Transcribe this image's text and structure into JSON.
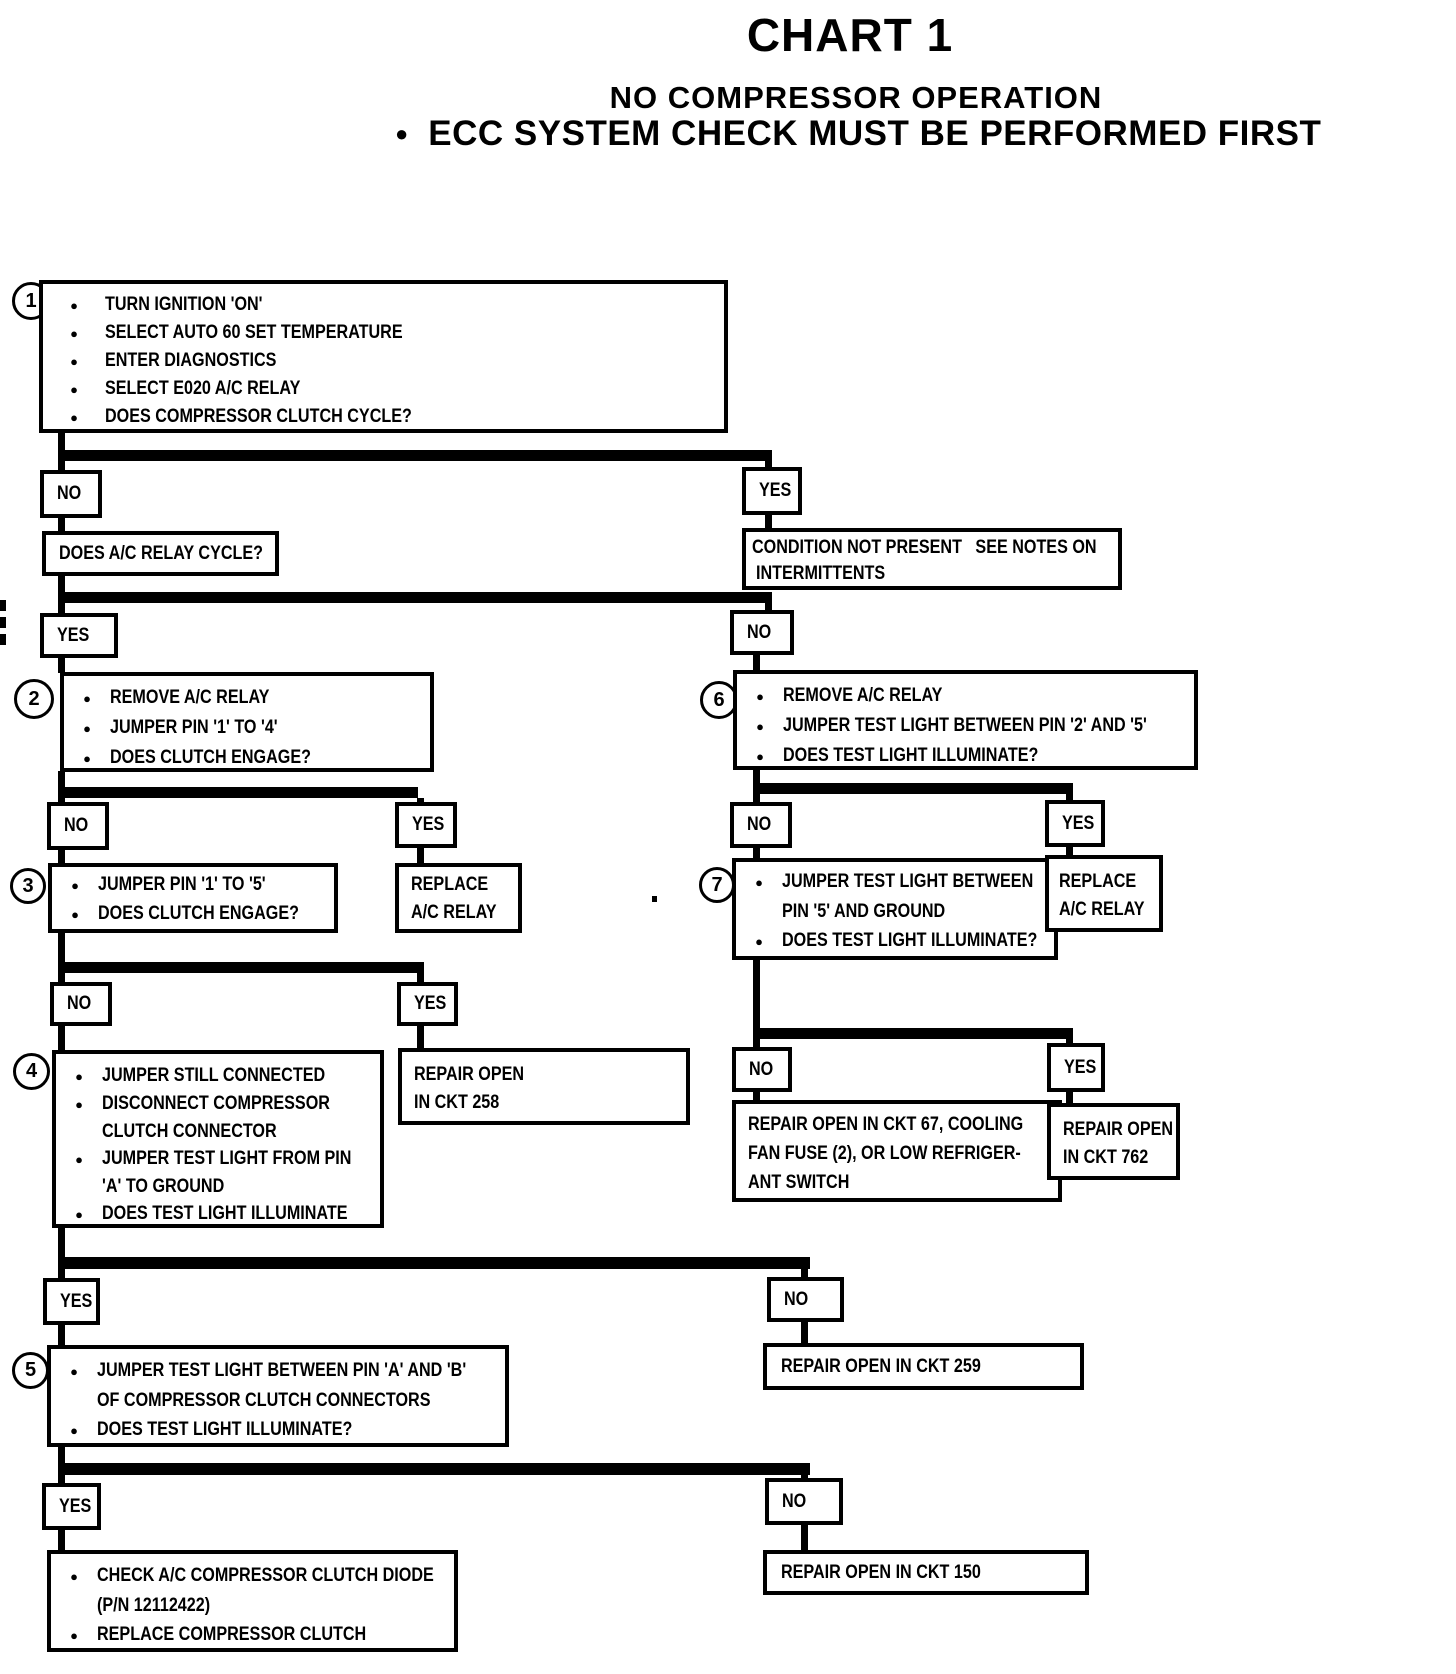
{
  "title": {
    "line1": "CHART 1",
    "line2": "NO COMPRESSOR OPERATION",
    "line3": "ECC SYSTEM CHECK MUST BE PERFORMED FIRST"
  },
  "labels": {
    "yes": "YES",
    "no": "NO"
  },
  "bullet": "●",
  "steps": {
    "s1": {
      "num": "1",
      "lines": [
        "TURN IGNITION 'ON'",
        "SELECT AUTO 60 SET TEMPERATURE",
        "ENTER DIAGNOSTICS",
        "SELECT E020 A/C RELAY",
        "DOES COMPRESSOR CLUTCH CYCLE?"
      ]
    },
    "s2": {
      "num": "2",
      "lines": [
        "REMOVE A/C RELAY",
        "JUMPER PIN '1' TO '4'",
        "DOES CLUTCH ENGAGE?"
      ]
    },
    "s3": {
      "num": "3",
      "lines": [
        "JUMPER PIN '1' TO '5'",
        "DOES CLUTCH ENGAGE?"
      ]
    },
    "s4": {
      "num": "4",
      "lines": [
        "JUMPER STILL CONNECTED",
        "DISCONNECT COMPRESSOR",
        "CLUTCH CONNECTOR",
        "JUMPER TEST LIGHT FROM PIN",
        "'A' TO GROUND",
        "DOES TEST LIGHT ILLUMINATE"
      ]
    },
    "s5": {
      "num": "5",
      "lines": [
        "JUMPER TEST LIGHT BETWEEN PIN 'A' AND 'B'",
        "OF COMPRESSOR CLUTCH CONNECTORS",
        "DOES TEST LIGHT ILLUMINATE?"
      ]
    },
    "s6": {
      "num": "6",
      "lines": [
        "REMOVE A/C RELAY",
        "JUMPER TEST LIGHT BETWEEN PIN '2' AND '5'",
        "DOES TEST LIGHT ILLUMINATE?"
      ]
    },
    "s7": {
      "num": "7",
      "lines": [
        "JUMPER TEST LIGHT BETWEEN",
        "PIN '5' AND GROUND",
        "DOES TEST LIGHT ILLUMINATE?"
      ]
    }
  },
  "boxes": {
    "does_relay_cycle": "DOES A/C RELAY CYCLE?",
    "condition": [
      "CONDITION NOT PRESENT   SEE NOTES ON",
      "INTERMITTENTS"
    ],
    "replace_relay": [
      "REPLACE",
      "A/C RELAY"
    ],
    "repair_258": [
      "REPAIR OPEN",
      "IN CKT 258"
    ],
    "repair_67": [
      "REPAIR OPEN IN CKT 67, COOLING",
      "FAN FUSE (2), OR LOW REFRIGER-",
      "ANT SWITCH"
    ],
    "repair_762": [
      "REPAIR OPEN",
      "IN CKT 762"
    ],
    "repair_259": "REPAIR OPEN IN CKT 259",
    "repair_150": "REPAIR OPEN IN CKT 150",
    "check_diode": [
      "CHECK A/C COMPRESSOR CLUTCH DIODE",
      "(P/N 12112422)",
      "REPLACE COMPRESSOR CLUTCH"
    ]
  }
}
